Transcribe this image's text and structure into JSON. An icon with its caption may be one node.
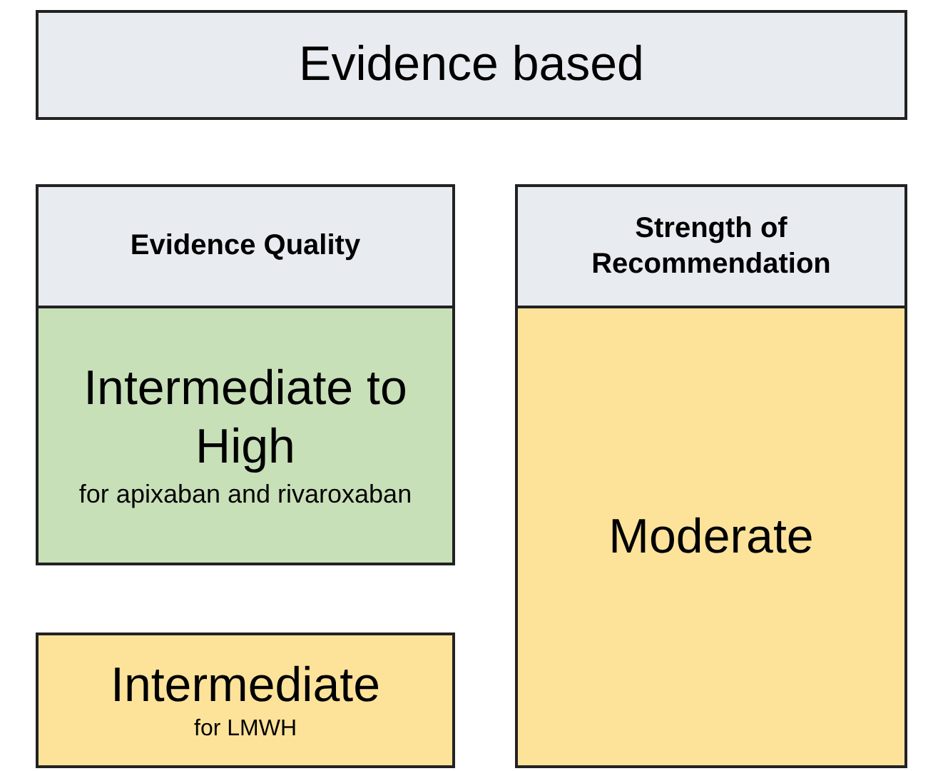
{
  "diagram": {
    "nodes": [
      {
        "text": [
          "Evidence based"
        ]
      },
      {
        "text": [
          "Evidence Quality"
        ]
      },
      {
        "text": [
          "Intermediate to High",
          "for apixaban and rivaroxaban"
        ]
      },
      {
        "text": [
          "Intermediate",
          "for LMWH"
        ]
      },
      {
        "text": [
          "Strength of Recommendation"
        ]
      },
      {
        "text": [
          "Moderate"
        ]
      }
    ]
  }
}
